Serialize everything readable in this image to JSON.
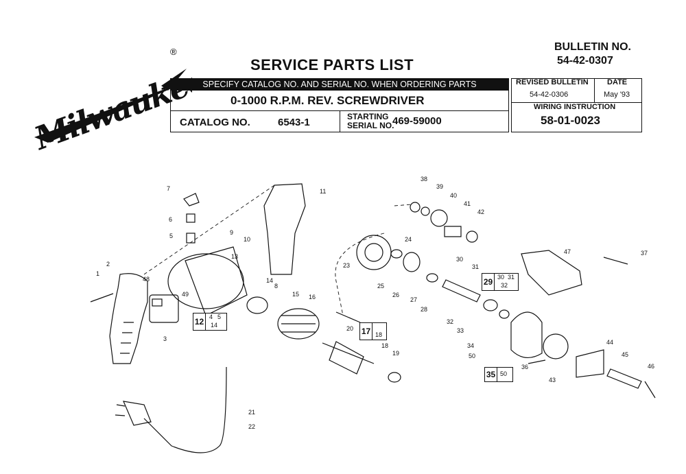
{
  "brand": {
    "name": "Milwaukee",
    "registered": "®"
  },
  "header": {
    "title": "SERVICE PARTS LIST",
    "bulletin_label": "BULLETIN NO.",
    "bulletin_no": "54-42-0307",
    "specify_note": "SPECIFY CATALOG NO. AND SERIAL NO. WHEN ORDERING PARTS",
    "product": "0-1000 R.P.M.  REV.  SCREWDRIVER",
    "catalog_label": "CATALOG NO.",
    "catalog_no": "6543-1",
    "serial_label_line1": "STARTING",
    "serial_label_line2": "SERIAL NO.",
    "serial_no": "469-59000",
    "revised_label": "REVISED BULLETIN",
    "revised_no": "54-42-0306",
    "date_label": "DATE",
    "date": "May '93",
    "wiring_label": "WIRING INSTRUCTION",
    "wiring_no": "58-01-0023"
  },
  "callouts": [
    "1",
    "2",
    "3",
    "5",
    "6",
    "7",
    "8",
    "9",
    "10",
    "11",
    "13",
    "14",
    "15",
    "16",
    "18",
    "19",
    "20",
    "21",
    "22",
    "23",
    "24",
    "25",
    "26",
    "27",
    "28",
    "30",
    "31",
    "32",
    "33",
    "34",
    "36",
    "37",
    "38",
    "39",
    "40",
    "41",
    "42",
    "43",
    "44",
    "45",
    "46",
    "47",
    "48",
    "49",
    "50"
  ],
  "kits": [
    {
      "main": "12",
      "subs": [
        "4",
        "5",
        "14"
      ]
    },
    {
      "main": "17",
      "subs": [
        "18"
      ]
    },
    {
      "main": "29",
      "subs": [
        "30",
        "31",
        "32"
      ]
    },
    {
      "main": "35",
      "subs": [
        "50"
      ]
    }
  ]
}
